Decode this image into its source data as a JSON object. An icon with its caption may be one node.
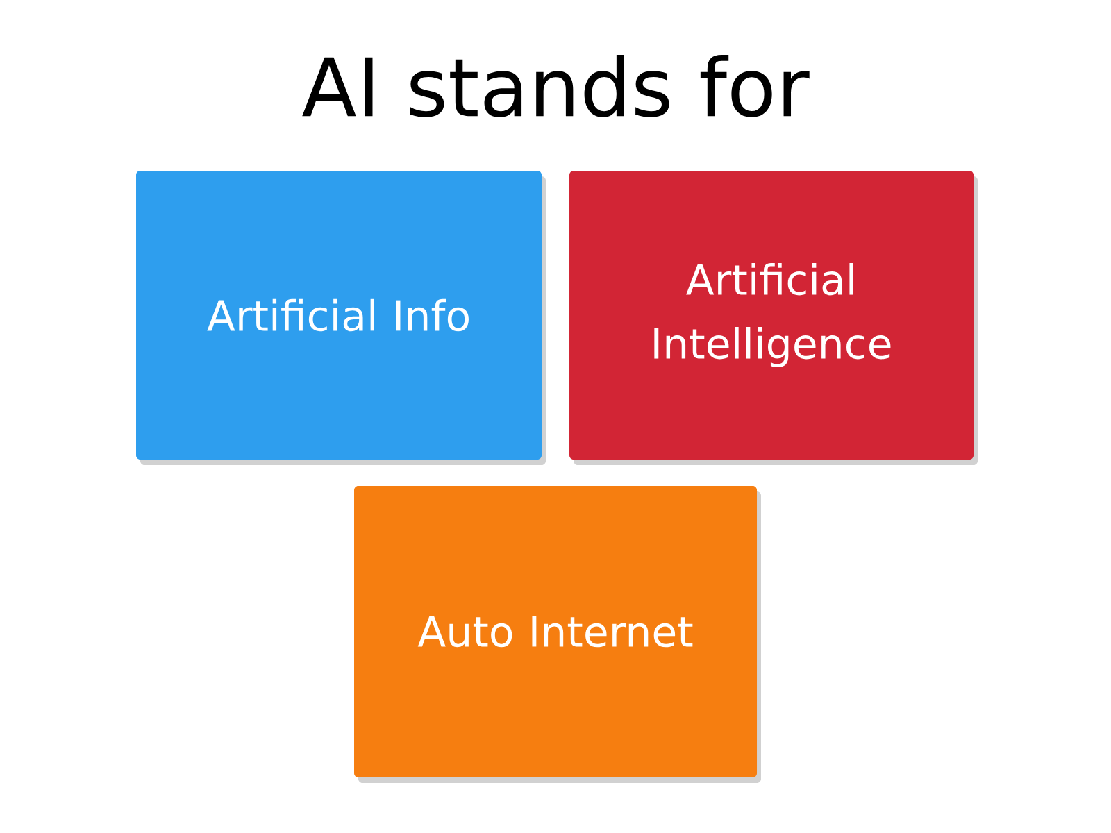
{
  "diagram": {
    "title": "AI stands for",
    "nodes": [
      {
        "text": [
          "Artificial Info"
        ]
      },
      {
        "text": [
          "Artificial Intelligence"
        ]
      },
      {
        "text": [
          "Auto Internet"
        ]
      }
    ]
  }
}
